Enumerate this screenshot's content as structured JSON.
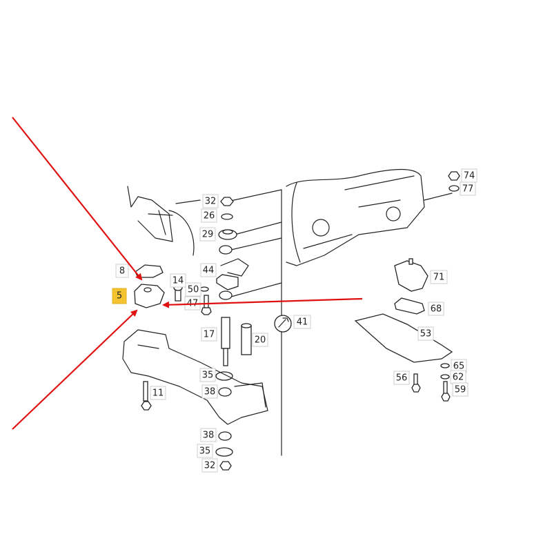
{
  "highlighted_part": "5",
  "labels": {
    "p32a": "32",
    "p26": "26",
    "p29": "29",
    "p44": "44",
    "p14": "14",
    "p50": "50",
    "p47": "47",
    "p8": "8",
    "p5": "5",
    "p41": "41",
    "p17": "17",
    "p20": "20",
    "p35a": "35",
    "p38a": "38",
    "p11": "11",
    "p38b": "38",
    "p35b": "35",
    "p32b": "32",
    "p74": "74",
    "p77": "77",
    "p71": "71",
    "p68": "68",
    "p53": "53",
    "p56": "56",
    "p65": "65",
    "p62": "62",
    "p59": "59"
  },
  "colors": {
    "arrow": "#e01010",
    "highlight": "#f4c430"
  }
}
